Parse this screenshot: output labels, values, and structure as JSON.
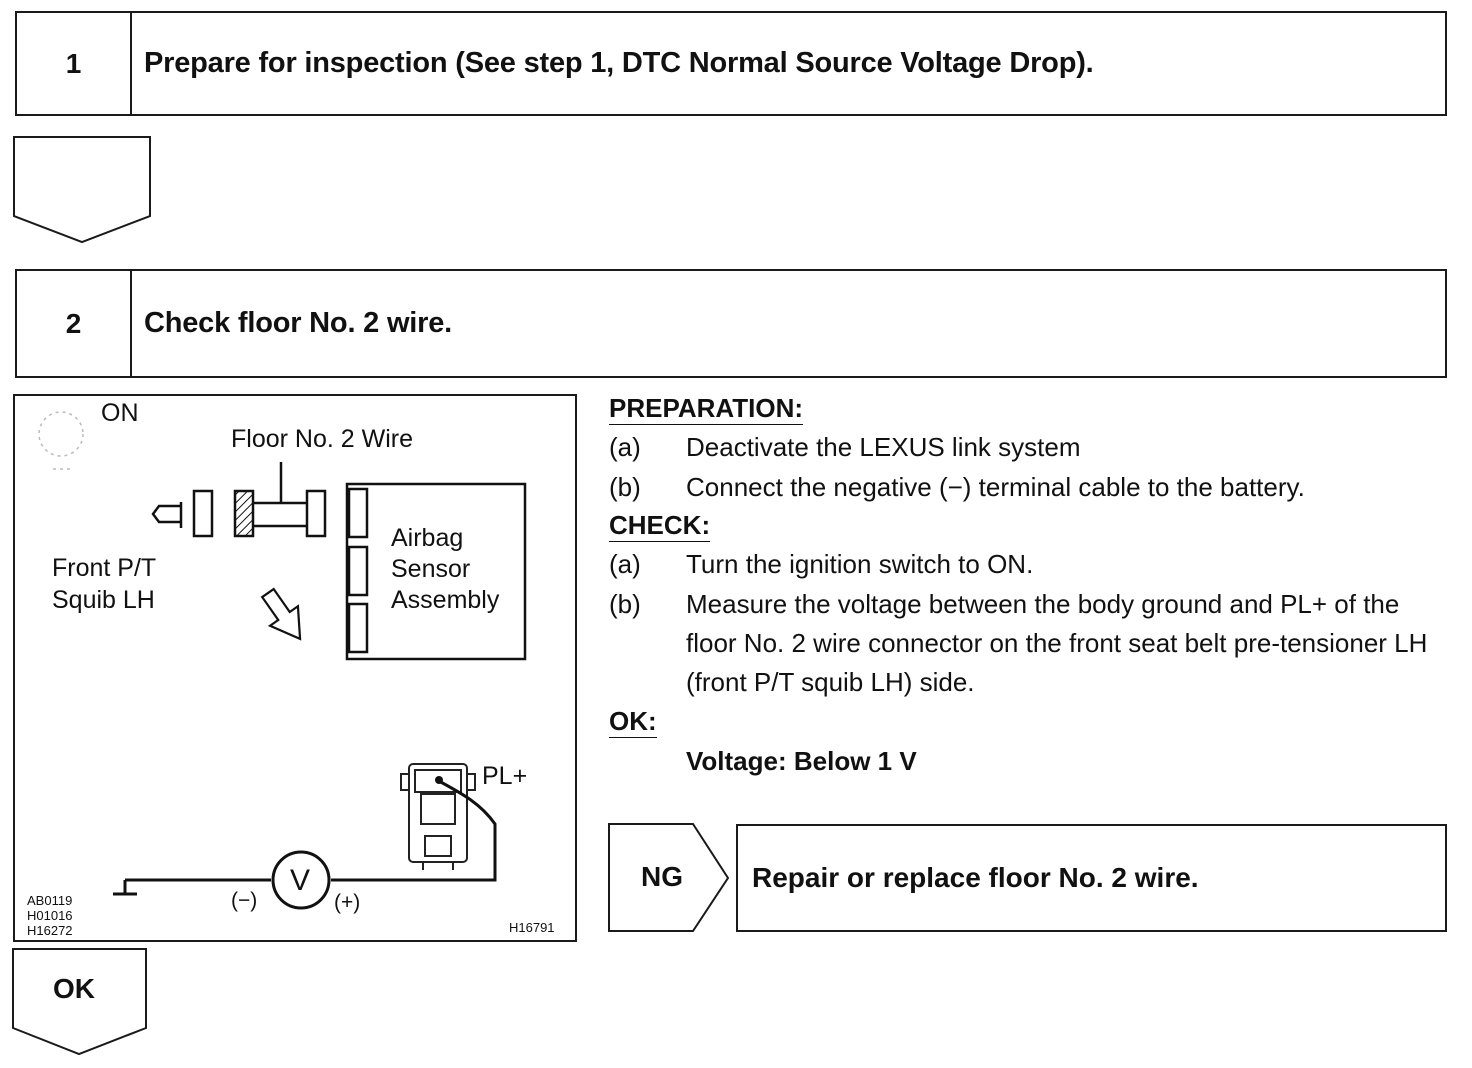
{
  "steps": [
    {
      "number": "1",
      "title": "Prepare for inspection (See step 1, DTC Normal Source Voltage Drop)."
    },
    {
      "number": "2",
      "title": "Check floor No. 2 wire."
    }
  ],
  "diagram": {
    "ignition_label": "ON",
    "wire_label": "Floor No. 2 Wire",
    "squib_label_line1": "Front P/T",
    "squib_label_line2": "Squib LH",
    "sensor_line1": "Airbag",
    "sensor_line2": "Sensor",
    "sensor_line3": "Assembly",
    "terminal_label": "PL+",
    "voltmeter_symbol": "V",
    "minus_label": "(−)",
    "plus_label": "(+)",
    "ref_codes": [
      "AB0119",
      "H01016",
      "H16272"
    ],
    "figure_id": "H16791"
  },
  "preparation": {
    "heading": "PREPARATION:",
    "items": [
      {
        "label": "(a)",
        "text": "Deactivate the LEXUS link system"
      },
      {
        "label": "(b)",
        "text": "Connect the negative (−) terminal cable to the battery."
      }
    ]
  },
  "check": {
    "heading": "CHECK:",
    "items": [
      {
        "label": "(a)",
        "text": "Turn the ignition switch to ON."
      },
      {
        "label": "(b)",
        "text": "Measure the voltage between the body ground and PL+ of the floor No. 2 wire connector on the front seat belt pre-tensioner LH (front P/T squib LH) side."
      }
    ]
  },
  "ok": {
    "heading": "OK:",
    "value": "Voltage: Below 1 V"
  },
  "ng_branch": {
    "label": "NG",
    "result": "Repair or replace floor No. 2 wire."
  },
  "ok_branch": {
    "label": "OK"
  }
}
